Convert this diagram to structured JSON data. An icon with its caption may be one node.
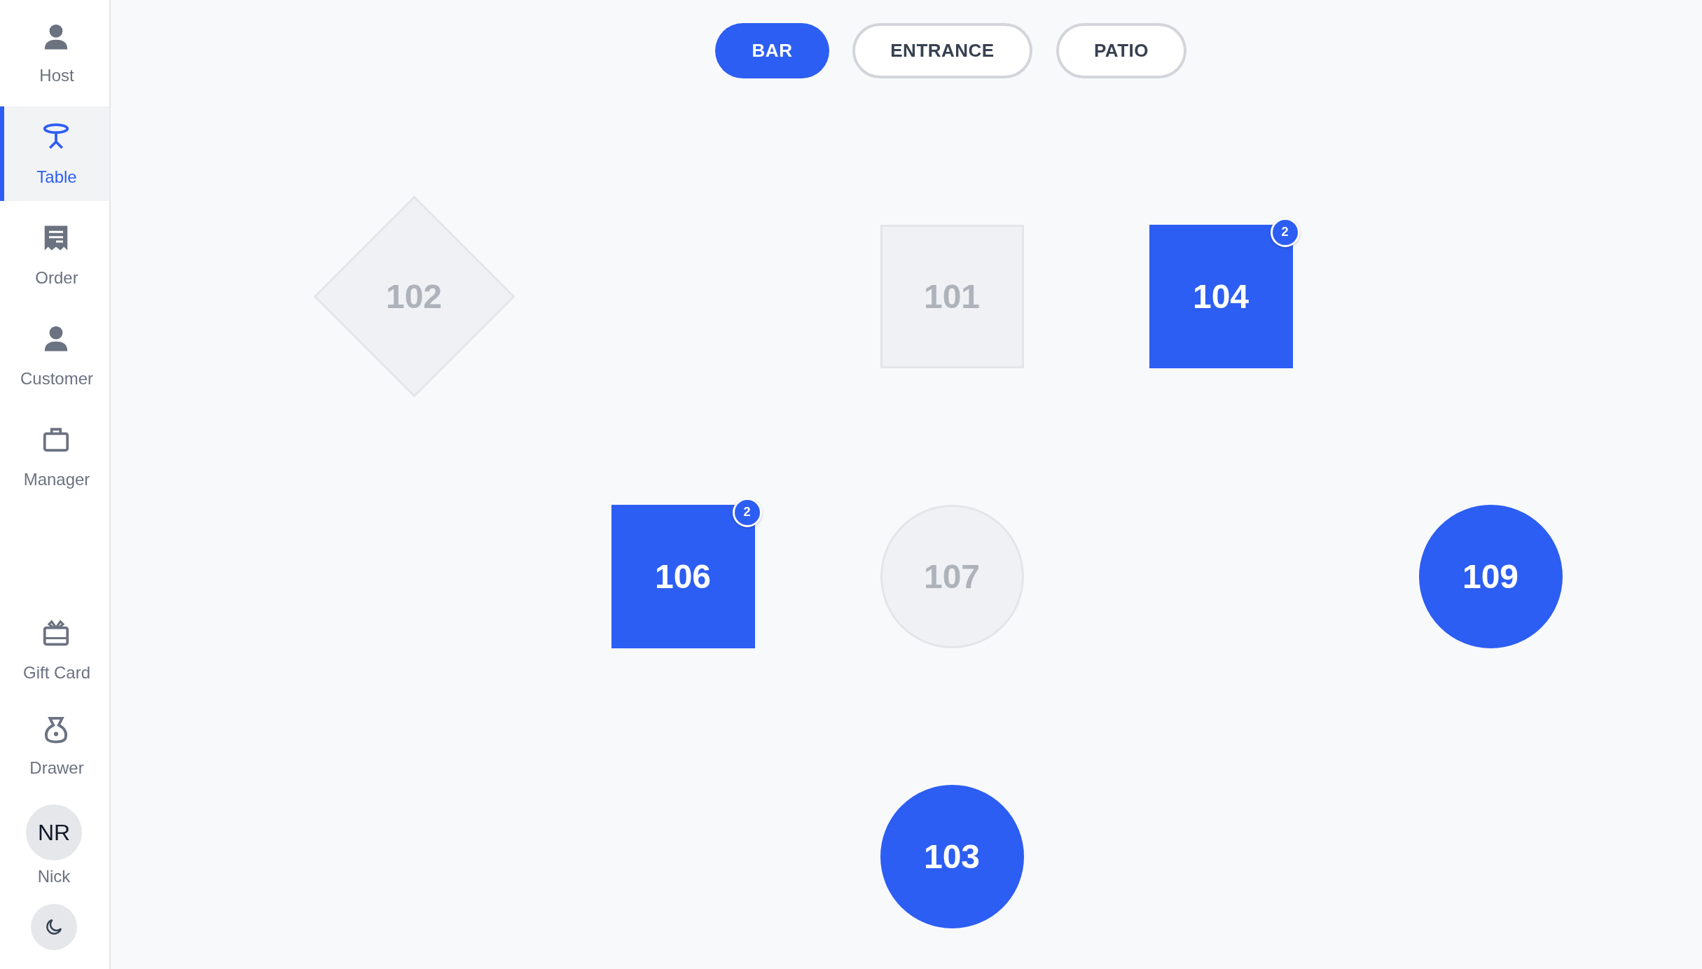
{
  "diagram": {
    "nodes": [
      {
        "text": [
          "102"
        ]
      },
      {
        "text": [
          "101"
        ]
      },
      {
        "text": [
          "104",
          "2"
        ]
      },
      {
        "text": [
          "106",
          "2"
        ]
      },
      {
        "text": [
          "107"
        ]
      },
      {
        "text": [
          "109"
        ]
      },
      {
        "text": [
          "103"
        ]
      }
    ],
    "labels": [
      "BAR",
      "ENTRANCE",
      "PATIO",
      "Host",
      "Table",
      "Order",
      "Customer",
      "Manager",
      "Gift Card",
      "Drawer",
      "NR",
      "Nick"
    ]
  }
}
